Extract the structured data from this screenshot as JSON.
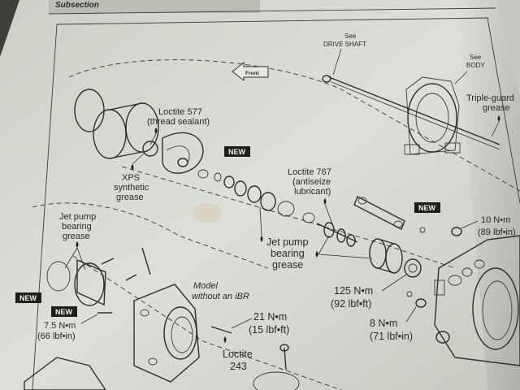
{
  "header": {
    "subsection": "Subsection"
  },
  "labels": {
    "drive_shaft_see": "See",
    "drive_shaft": "DRIVE SHAFT",
    "body_see": "See",
    "body": "BODY",
    "front_arrow": "Front",
    "triple_guard_1": "Triple-guard",
    "triple_guard_2": "grease",
    "loctite577_1": "Loctite 577",
    "loctite577_2": "(thread sealant)",
    "xps_1": "XPS",
    "xps_2": "synthetic",
    "xps_3": "grease",
    "new_1": "NEW",
    "loctite767_1": "Loctite 767",
    "loctite767_2": "(antiseize",
    "loctite767_3": "lubricant)",
    "new_2": "NEW",
    "torque10_1": "10 N•m",
    "torque10_2": "(89 lbf•in)",
    "jp_grease_left_1": "Jet pump",
    "jp_grease_left_2": "bearing",
    "jp_grease_left_3": "grease",
    "jp_grease_mid_1": "Jet pump",
    "jp_grease_mid_2": "bearing",
    "jp_grease_mid_3": "grease",
    "new_3": "NEW",
    "new_4": "NEW",
    "torque75_1": "7.5 N•m",
    "torque75_2": "(66 lbf•in)",
    "model_1": "Model",
    "model_2": "without an iBR",
    "torque21_1": "21 N•m",
    "torque21_2": "(15 lbf•ft)",
    "loctite243_1": "Loctite",
    "loctite243_2": "243",
    "torque125_1": "125 N•m",
    "torque125_2": "(92 lbf•ft)",
    "torque8_1": "8 N•m",
    "torque8_2": "(71 lbf•in)"
  },
  "colors": {
    "paper": "#dcdcd4",
    "ink": "#2a2a28",
    "background": "#5a5a56"
  }
}
